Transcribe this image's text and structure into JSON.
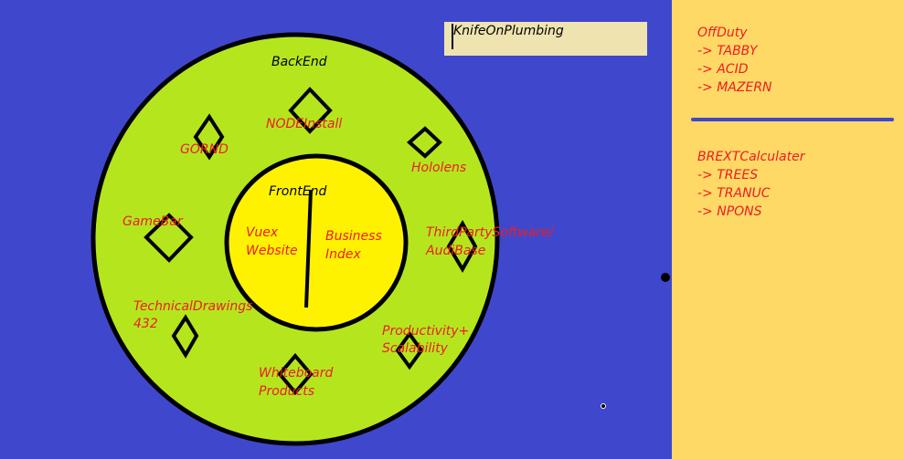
{
  "title_box": {
    "text": "KnifeOnPlumbing"
  },
  "diagram": {
    "outer_label": "BackEnd",
    "inner_label": "FrontEnd",
    "inner_items": [
      {
        "lines": [
          "Vuex",
          "Website"
        ]
      },
      {
        "lines": [
          "Business",
          "Index"
        ]
      }
    ],
    "outer_items": [
      {
        "lines": [
          "NODEInstall"
        ]
      },
      {
        "lines": [
          "GORND"
        ]
      },
      {
        "lines": [
          "Hololens"
        ]
      },
      {
        "lines": [
          "GameBar"
        ]
      },
      {
        "lines": [
          "ThirdPartySoftware/",
          "AudiBase"
        ]
      },
      {
        "lines": [
          "TechnicalDrawings",
          "432"
        ]
      },
      {
        "lines": [
          "Productivity+",
          "Scalability"
        ]
      },
      {
        "lines": [
          "Whiteboard",
          "Products"
        ]
      }
    ]
  },
  "panel": {
    "section1": {
      "title": "OffDuty",
      "items": [
        "-> TABBY",
        "-> ACID",
        "-> MAZERN"
      ]
    },
    "section2": {
      "title": "BREXTCalculater",
      "items": [
        "-> TREES",
        "-> TRANUC",
        "-> NPONS"
      ]
    }
  },
  "colors": {
    "background": "#3f48cc",
    "outer_ring": "#b5e61d",
    "inner_circle": "#fff200",
    "label_red": "#ed1c24",
    "panel": "#ffd966",
    "title_box": "#efe4b0"
  }
}
